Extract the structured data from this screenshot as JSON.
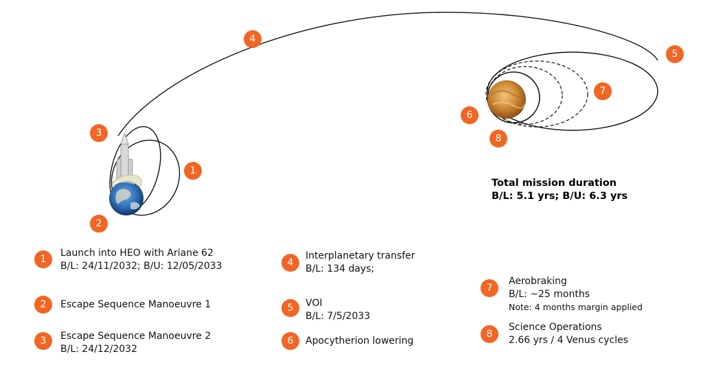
{
  "steps": [
    {
      "num": "1",
      "title": "Launch into HEO with Ariane 62",
      "lines": [
        "B/L: 24/11/2032; B/U: 12/05/2033"
      ]
    },
    {
      "num": "2",
      "title": "Escape Sequence Manoeuvre 1",
      "lines": []
    },
    {
      "num": "3",
      "title": "Escape Sequence Manoeuvre 2",
      "lines": [
        "B/L: 24/12/2032"
      ]
    },
    {
      "num": "4",
      "title": "Interplanetary transfer",
      "lines": [
        "B/L: 134 days;"
      ]
    },
    {
      "num": "5",
      "title": "VOI",
      "lines": [
        "B/L: 7/5/2033"
      ]
    },
    {
      "num": "6",
      "title": "Apocytherion lowering",
      "lines": []
    },
    {
      "num": "7",
      "title": "Aerobraking",
      "lines": [
        "B/L: ~25 months",
        "Note: 4 months margin applied"
      ]
    },
    {
      "num": "8",
      "title": "Science Operations",
      "lines": [
        "2.66 yrs / 4 Venus cycles"
      ]
    }
  ],
  "mission": {
    "title": "Total mission duration",
    "value": "B/L: 5.1 yrs; B/U: 6.3 yrs"
  },
  "diagram_labels": {
    "b1": "1",
    "b2": "2",
    "b3": "3",
    "b4": "4",
    "b5": "5",
    "b6": "6",
    "b7": "7",
    "b8": "8"
  },
  "colors": {
    "badge": "#f26522",
    "orbit": "#111111",
    "earth_ocean": "#2f6fb5",
    "venus": "#c98a3a"
  },
  "icons": [
    "earth-icon",
    "venus-icon",
    "rocket-icon"
  ]
}
